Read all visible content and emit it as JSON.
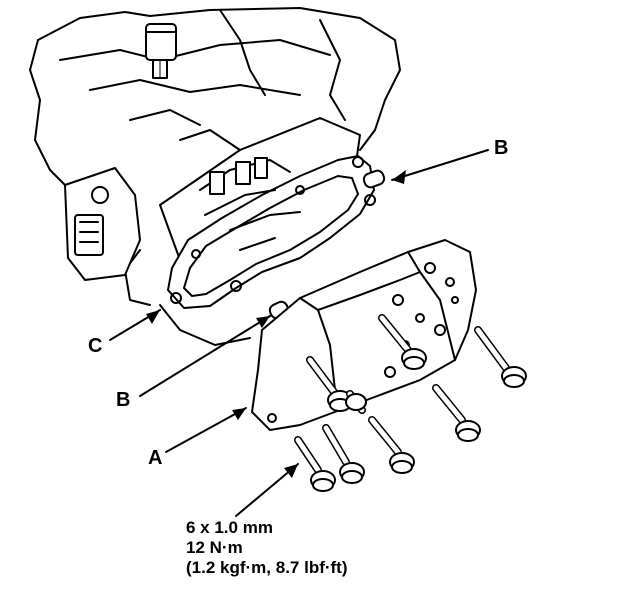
{
  "callouts": {
    "a": "A",
    "b_upper": "B",
    "b_lower": "B",
    "c": "C"
  },
  "torque_spec": {
    "bolt_size": "6 x 1.0 mm",
    "torque_nm": "12 N·m",
    "torque_alt": "(1.2 kgf·m, 8.7 lbf·ft)"
  }
}
